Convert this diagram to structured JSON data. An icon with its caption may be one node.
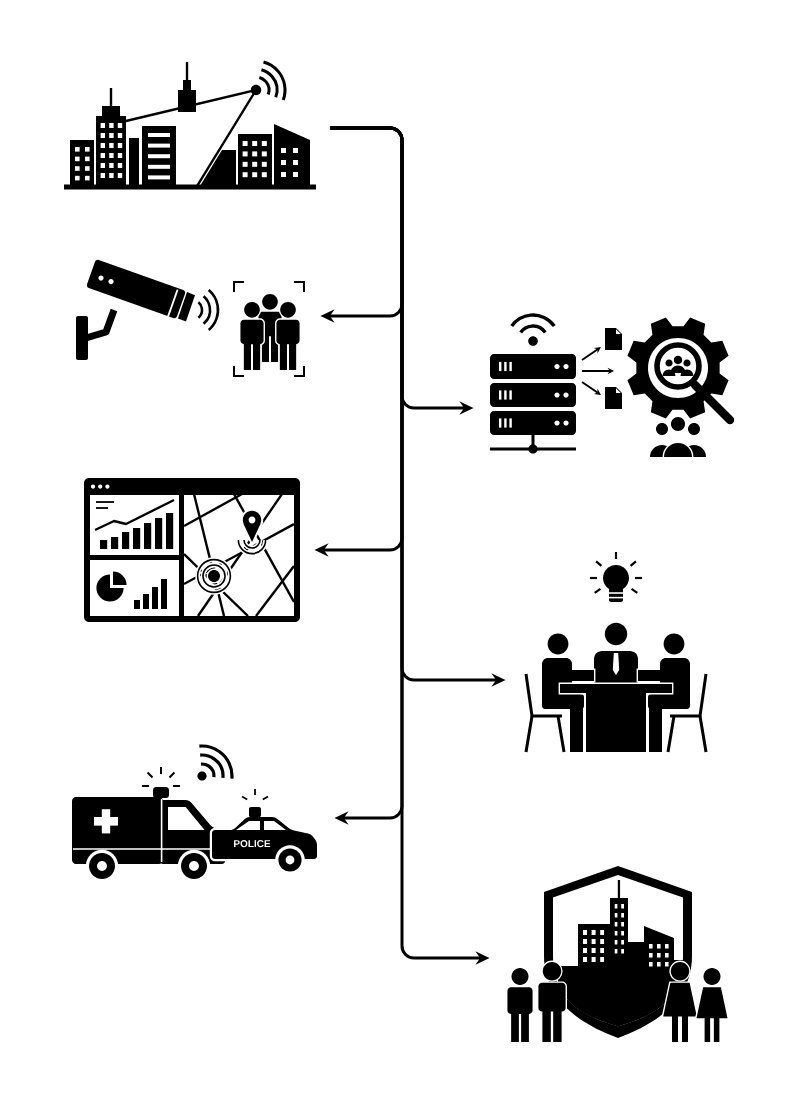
{
  "diagram": {
    "nodes": [
      {
        "text": [],
        "shape": "picture"
      },
      {
        "text": [],
        "shape": "picture"
      },
      {
        "text": [],
        "shape": "picture"
      },
      {
        "text": [],
        "shape": "picture"
      },
      {
        "text": [],
        "shape": "picture"
      },
      {
        "text": [],
        "shape": "picture"
      },
      {
        "text": [],
        "shape": "picture"
      }
    ],
    "edges": [
      {
        "from": 0,
        "to": 1,
        "arrow": "to"
      },
      {
        "from": 0,
        "to": 2,
        "arrow": "to"
      },
      {
        "from": 0,
        "to": 3,
        "arrow": "to"
      },
      {
        "from": 0,
        "to": 4,
        "arrow": "to"
      },
      {
        "from": 0,
        "to": 5,
        "arrow": "to"
      },
      {
        "from": 0,
        "to": 6,
        "arrow": "to"
      }
    ],
    "labels": [
      "POLICE"
    ]
  }
}
